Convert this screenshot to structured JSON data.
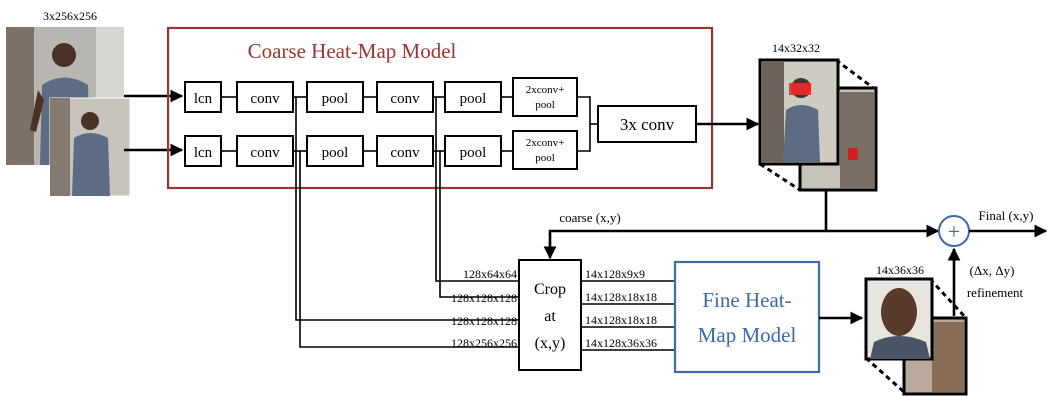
{
  "input": {
    "size_label": "3x256x256"
  },
  "coarse_model": {
    "title": "Coarse Heat-Map Model",
    "title_color": "#9b3535",
    "border_color": "#9b3535",
    "top_row": [
      "lcn",
      "conv",
      "pool",
      "conv",
      "pool"
    ],
    "bottom_row": [
      "lcn",
      "conv",
      "pool",
      "conv",
      "pool"
    ],
    "twox_line1": "2xconv+",
    "twox_line2": "pool",
    "merge_label": "3x conv"
  },
  "heatmap_output": {
    "size_label": "14x32x32"
  },
  "coarse_xy_label": "coarse (x,y)",
  "final_label": "Final (x,y)",
  "sum_symbol": "+",
  "refinement": {
    "delta_label": "(Δx, Δy)",
    "word": "refinement"
  },
  "crop": {
    "line1": "Crop",
    "line2": "at",
    "line3": "(x,y)",
    "input_sizes": [
      "128x64x64",
      "128x128x128",
      "128x128x128",
      "128x256x256"
    ],
    "output_sizes": [
      "14x128x9x9",
      "14x128x18x18",
      "14x128x18x18",
      "14x128x36x36"
    ]
  },
  "fine_model": {
    "line1": "Fine Heat-",
    "line2": "Map Model",
    "color": "#3d6aa8"
  },
  "fine_output": {
    "size_label": "14x36x36"
  }
}
